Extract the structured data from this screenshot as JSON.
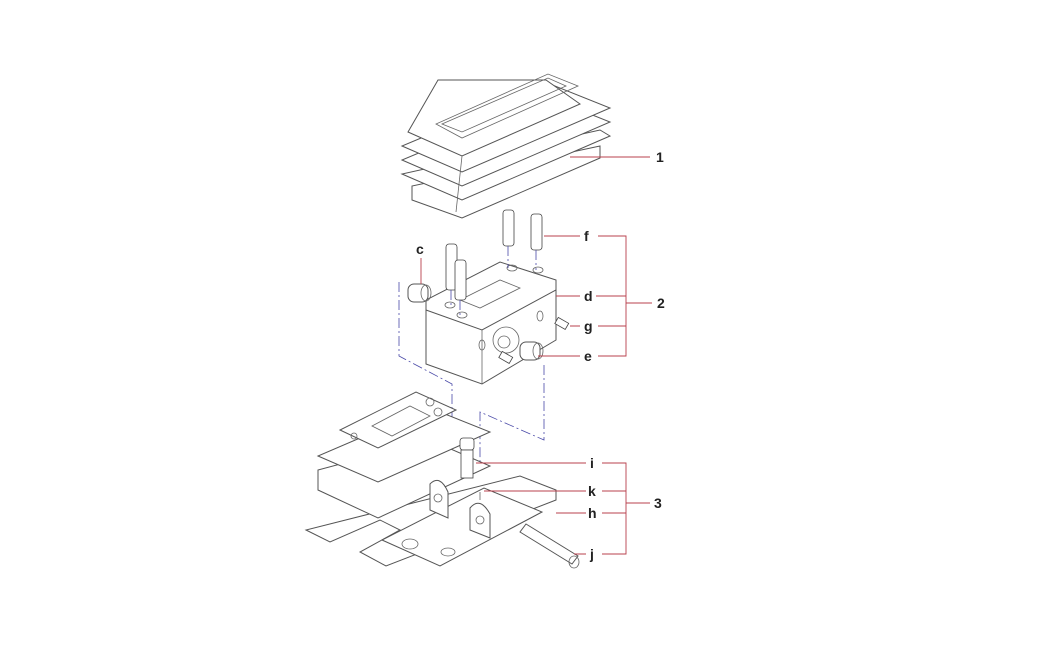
{
  "diagram": {
    "type": "exploded-assembly",
    "labels": {
      "assembly_1": "1",
      "assembly_2": "2",
      "assembly_3": "3",
      "c": "c",
      "f": "f",
      "d": "d",
      "g": "g",
      "e": "e",
      "i": "i",
      "k": "k",
      "h": "h",
      "j": "j"
    },
    "colors": {
      "leader": "#b8404c",
      "axis": "#4a4aa8",
      "line": "#555555"
    }
  }
}
